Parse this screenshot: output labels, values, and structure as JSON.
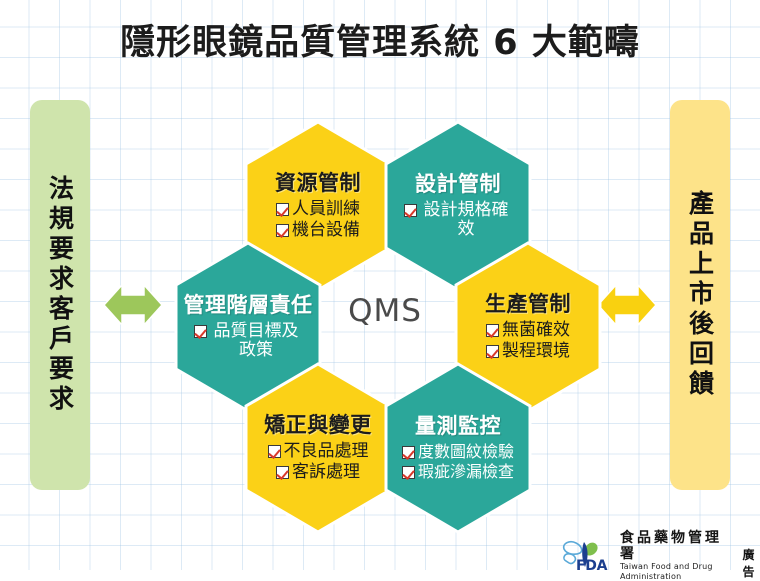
{
  "title": "隱形眼鏡品質管理系統 6 大範疇",
  "center_label": "QMS",
  "colors": {
    "yellow": "#fbd117",
    "teal": "#2ba79a",
    "panel_green": "#cfe4ac",
    "panel_yellow": "#fde389",
    "arrow_green": "#9dc75b",
    "arrow_yellow": "#f9d110",
    "check_red": "#d8392b",
    "grid_blue": "#96bee1"
  },
  "left_panel": {
    "name": "regulatory-and-customer-requirements",
    "line1": "法規要求",
    "line2": "客戶要求"
  },
  "right_panel": {
    "name": "post-market-feedback",
    "text": "產品上市後回饋"
  },
  "arrows": {
    "left": "double-arrow-left",
    "right": "double-arrow-right"
  },
  "hexagons": [
    {
      "id": "resource-control",
      "title": "資源管制",
      "color": "yellow",
      "items": [
        "人員訓練",
        "機台設備"
      ]
    },
    {
      "id": "design-control",
      "title": "設計管制",
      "color": "teal",
      "items": [
        "設計規格確效"
      ]
    },
    {
      "id": "management-responsibility",
      "title": "管理階層責任",
      "color": "teal",
      "items": [
        "品質目標及政策"
      ]
    },
    {
      "id": "production-control",
      "title": "生產管制",
      "color": "yellow",
      "items": [
        "無菌確效",
        "製程環境"
      ]
    },
    {
      "id": "corrective-action-and-change",
      "title": "矯正與變更",
      "color": "yellow",
      "items": [
        "不良品處理",
        "客訴處理"
      ]
    },
    {
      "id": "measurement-and-monitoring",
      "title": "量測監控",
      "color": "teal",
      "items": [
        "度數圖紋檢驗",
        "瑕疵滲漏檢查"
      ]
    }
  ],
  "footer": {
    "abbr": "FDA",
    "agency_zh": "食品藥物管理署",
    "agency_en": "Taiwan Food and Drug Administration",
    "ad_label": "廣告"
  }
}
